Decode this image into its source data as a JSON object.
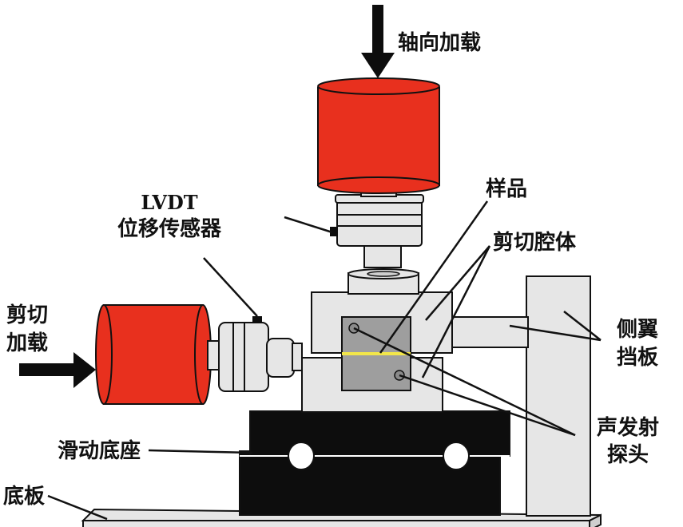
{
  "labels": {
    "axial_load": "轴向加载",
    "lvdt_line1": "LVDT",
    "lvdt_line2": "位移传感器",
    "sample": "样品",
    "shear_cavity": "剪切腔体",
    "shear_load_line1": "剪切",
    "shear_load_line2": "加载",
    "side_baffle_line1": "侧翼",
    "side_baffle_line2": "挡板",
    "ae_probe_line1": "声发射",
    "ae_probe_line2": "探头",
    "sliding_base": "滑动底座",
    "base_plate": "底板"
  },
  "colors": {
    "actuator_red": "#e8301e",
    "light_gray": "#e6e6e6",
    "dark_gray": "#9e9e9e",
    "black": "#0d0d0d",
    "sample_layer": "#f2e64a"
  }
}
